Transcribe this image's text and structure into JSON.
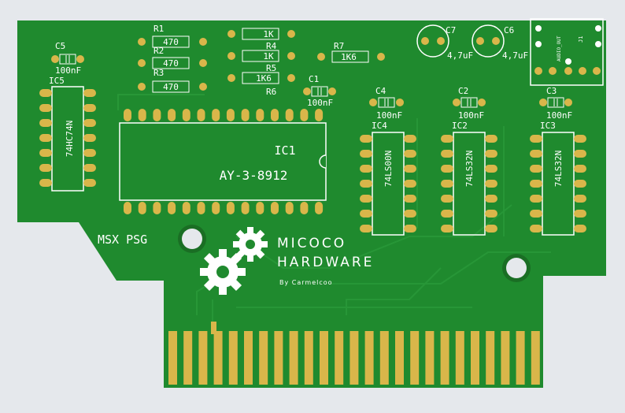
{
  "board": {
    "board_color": "#1f8a2e",
    "silk_color": "#ffffff",
    "pad_color": "#d9b64a",
    "background": "#e5e8ec"
  },
  "labels": {
    "c5": "C5",
    "c5_val": "100nF",
    "ic5": "IC5",
    "ic5_part": "74HC74N",
    "r1": "R1",
    "r1_val": "470",
    "r2": "R2",
    "r2_val": "470",
    "r3": "R3",
    "r3_val": "470",
    "r_1k_a": "1K",
    "r4": "R4",
    "r4_val": "1K",
    "r5": "R5",
    "r5_val": "1K6",
    "r6": "R6",
    "r7": "R7",
    "r7_val": "1K6",
    "c1": "C1",
    "c1_val": "100nF",
    "c7": "C7",
    "c7_val": "4,7uF",
    "c6": "C6",
    "c6_val": "4,7uF",
    "c4": "C4",
    "c4_val": "100nF",
    "c2": "C2",
    "c2_val": "100nF",
    "c3": "C3",
    "c3_val": "100nF",
    "ic1": "IC1",
    "ic1_part": "AY-3-8912",
    "ic4": "IC4",
    "ic4_part": "74LS00N",
    "ic2": "IC2",
    "ic2_part": "74LS32N",
    "ic3": "IC3",
    "ic3_part": "74LS32N",
    "audio_out": "AUDIO_OUT",
    "j1": "J1",
    "msx_psg": "MSX PSG",
    "brand_line1": "MICOCO",
    "brand_line2": "HARDWARE",
    "brand_by": "By Carmelcoo"
  }
}
